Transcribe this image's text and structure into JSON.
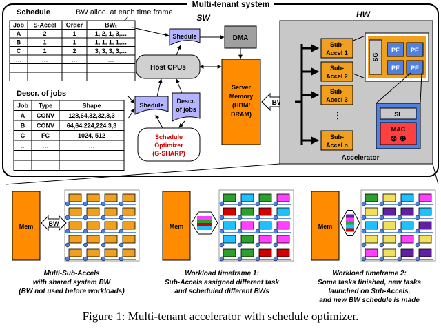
{
  "top": {
    "title": "Multi-tenant system",
    "sw_label": "SW",
    "hw_label": "HW"
  },
  "schedule": {
    "heading": "Schedule",
    "bw_note": "BW alloc. at each time frame",
    "columns": [
      "Job",
      "S-Accel",
      "Order",
      "BWₜ"
    ],
    "rows": [
      [
        "A",
        "2",
        "1",
        "1, 2, 1, 3,…"
      ],
      [
        "B",
        "1",
        "1",
        "1, 1, 1, 1,…"
      ],
      [
        "C",
        "1",
        "2",
        "3, 3, 3, 3,…"
      ],
      [
        "…",
        "…",
        "…",
        "…"
      ],
      [
        "",
        "",
        "",
        ""
      ],
      [
        "",
        "",
        "",
        ""
      ]
    ]
  },
  "jobs": {
    "heading": "Descr. of jobs",
    "columns": [
      "Job",
      "Type",
      "Shape"
    ],
    "rows": [
      [
        "A",
        "CONV",
        "128,64,32,32,3,3"
      ],
      [
        "B",
        "CONV",
        "64,64,224,224,3,3"
      ],
      [
        "C",
        "FC",
        "1024, 512"
      ],
      [
        "..",
        "…",
        "…"
      ],
      [
        "",
        "",
        ""
      ],
      [
        "",
        "",
        ""
      ]
    ]
  },
  "sw": {
    "shedule_top": "Shedule",
    "dma": "DMA",
    "host_cpus": "Host CPUs",
    "shedule_mid": "Shedule",
    "descr_jobs": [
      "Descr.",
      "of jobs"
    ],
    "optimizer": [
      "Schedule",
      "Optimizer",
      "(G-SHARP)"
    ],
    "server_memory": [
      "Server",
      "Memory",
      "(HBM/",
      "DRAM)"
    ],
    "bw": "BW"
  },
  "hw": {
    "sub_accels": [
      [
        "Sub-",
        "Accel 1"
      ],
      [
        "Sub-",
        "Accel 2"
      ],
      [
        "Sub-",
        "Accel 3"
      ],
      [
        "Sub-",
        "Accel n"
      ]
    ],
    "dots": "⋮",
    "sg": "SG",
    "pe": "PE",
    "sl": "SL",
    "mac": "MAC",
    "mac_ops": "⊗ ⊕",
    "accelerator": "Accelerator"
  },
  "panels": [
    {
      "mem": "Mem",
      "bw": "BW",
      "caption": [
        "Multi-Sub-Accels",
        "with shared system BW",
        "(BW not used before workloads)"
      ]
    },
    {
      "mem": "Mem",
      "caption": [
        "Workload timeframe 1:",
        "Sub-Accels assigned different task",
        "and scheduled different BWs"
      ]
    },
    {
      "mem": "Mem",
      "caption": [
        "Workload timeframe 2:",
        "Some tasks finished, new tasks",
        "launched on Sub-Accels,",
        "and new BW schedule is made"
      ]
    }
  ],
  "figure_caption": "Figure 1: Multi-tenant accelerator with schedule optimizer.",
  "colors": {
    "orange": "#ff8c00",
    "sub_accel": "#f0a01e",
    "purple_doc": "#b4b4ff",
    "host_gray": "#d0d0d0",
    "dma_gray": "#a0a0a0",
    "hw_bg": "#c8c8c8",
    "pe_blue": "#5080e0",
    "red": "#d00000",
    "green": "#2ca02c",
    "magenta": "#ff40ff",
    "cyan": "#20c0ff",
    "dark_purple": "#6020a0",
    "light_yellow": "#f0e060"
  }
}
